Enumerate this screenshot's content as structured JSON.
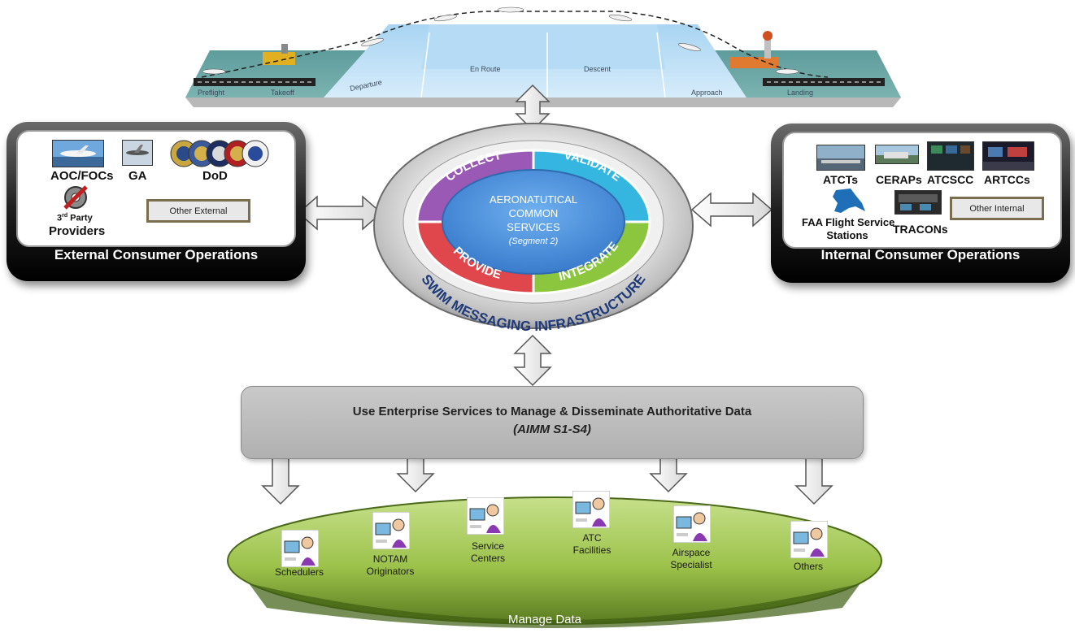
{
  "flight_phases": [
    {
      "id": "preflight",
      "label": "Preflight"
    },
    {
      "id": "takeoff",
      "label": "Takeoff"
    },
    {
      "id": "departure",
      "label": "Departure"
    },
    {
      "id": "enroute",
      "label": "En Route"
    },
    {
      "id": "descent",
      "label": "Descent"
    },
    {
      "id": "approach",
      "label": "Approach"
    },
    {
      "id": "landing",
      "label": "Landing"
    }
  ],
  "external": {
    "title": "External Consumer Operations",
    "aoc": "AOC/FOCs",
    "ga": "GA",
    "dod": "DoD",
    "third_party_sup": "rd",
    "third_party_pre": "3",
    "third_party_post": " Party",
    "providers": "Providers",
    "other": "Other External"
  },
  "internal": {
    "title": "Internal Consumer Operations",
    "atcts": "ATCTs",
    "cerapS": "CERAPs",
    "atcscc": "ATCSCC",
    "artccs": "ARTCCs",
    "faa_line1": "FAA Flight Service",
    "faa_line2": "Stations",
    "tracons": "TRACONs",
    "other": "Other Internal"
  },
  "hub": {
    "center_line1": "AERONATUTICAL",
    "center_line2": "COMMON",
    "center_line3": "SERVICES",
    "center_line4": "(Segment 2)",
    "collect": "COLLECT",
    "validate": "VALIDATE",
    "integrate": "INTEGRATE",
    "provide": "PROVIDE",
    "ring": "SWIM MESSAGING INFRASTRUCTURE",
    "colors": {
      "collect": "#9b59b6",
      "validate": "#35b6e0",
      "integrate": "#8cc63f",
      "provide": "#e0474c",
      "center": "#4a8fd8"
    }
  },
  "enterprise": {
    "line1": "Use Enterprise Services to Manage & Disseminate Authoritative Data",
    "line2": "(AIMM S1-S4)"
  },
  "manage": {
    "title": "Manage Data",
    "roles": [
      {
        "line1": "Schedulers",
        "line2": ""
      },
      {
        "line1": "NOTAM",
        "line2": "Originators"
      },
      {
        "line1": "Service",
        "line2": "Centers"
      },
      {
        "line1": "ATC",
        "line2": "Facilities"
      },
      {
        "line1": "Airspace",
        "line2": "Specialist"
      },
      {
        "line1": "Others",
        "line2": ""
      }
    ]
  }
}
